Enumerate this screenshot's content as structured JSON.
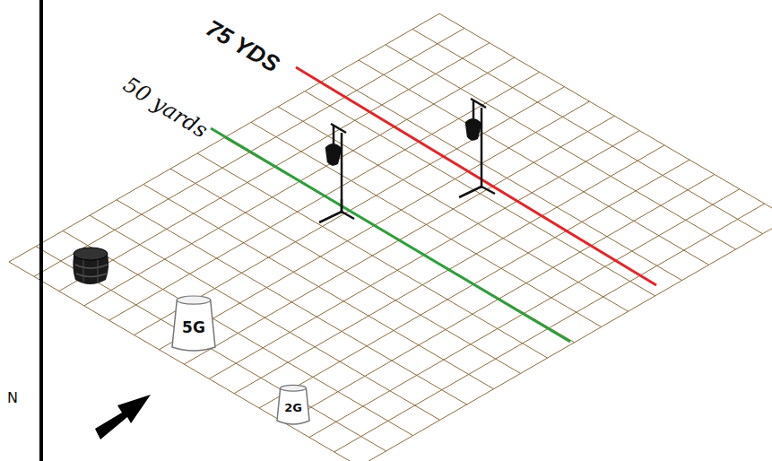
{
  "diagram": {
    "nodes": [
      {
        "text": [
          "5G"
        ]
      },
      {
        "text": [
          "2G"
        ]
      }
    ],
    "labels": [
      "75 YDS",
      "50 yards",
      "N"
    ]
  }
}
